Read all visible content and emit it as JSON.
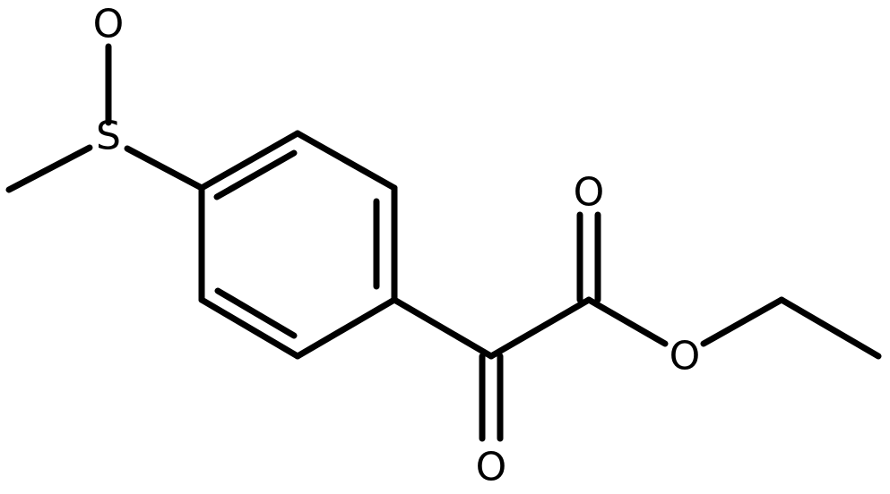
{
  "molecule": {
    "atoms": {
      "sulfur": "S",
      "sulfoxide_oxygen": "O",
      "ketone_oxygen": "O",
      "carbonyl_oxygen": "O",
      "ester_oxygen": "O"
    }
  },
  "colors": {
    "bond": "#000000",
    "background": "#ffffff"
  }
}
